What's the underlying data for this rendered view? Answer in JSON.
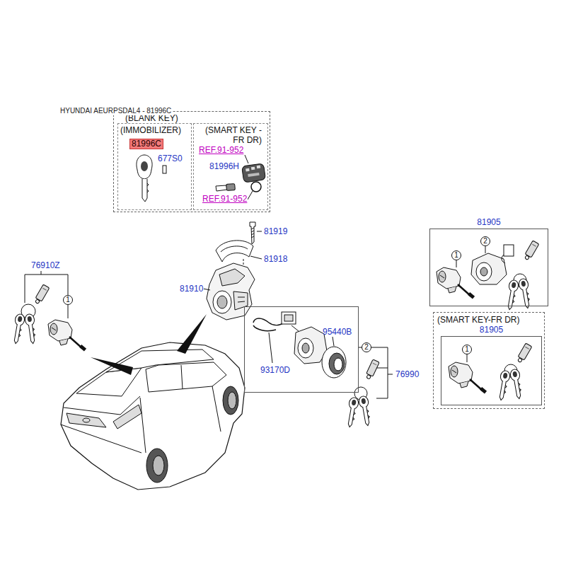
{
  "diagram": {
    "title": "HYUNDAI AEURPSDAL4 - 81996C",
    "nodes": [
      {
        "text": [
          "(BLANK KEY)"
        ]
      },
      {
        "text": [
          "(IMMOBILIZER)"
        ],
        "in": 0
      },
      {
        "text": [
          "(SMART KEY -FR DR)"
        ],
        "in": 0
      },
      {
        "text": [
          "81905"
        ]
      },
      {
        "text": [
          "(SMART KEY-FR DR)"
        ]
      },
      {
        "text": [
          "81905"
        ],
        "in": 4
      },
      {
        "text": [
          "93170D",
          "95440B"
        ]
      }
    ],
    "labels": [
      "81996C",
      "677S0",
      "REF.91-952",
      "81996H",
      "REF.91-952",
      "81919",
      "81918",
      "81910",
      "76910Z",
      "1",
      "2",
      "76990",
      "1",
      "2",
      "1"
    ]
  }
}
